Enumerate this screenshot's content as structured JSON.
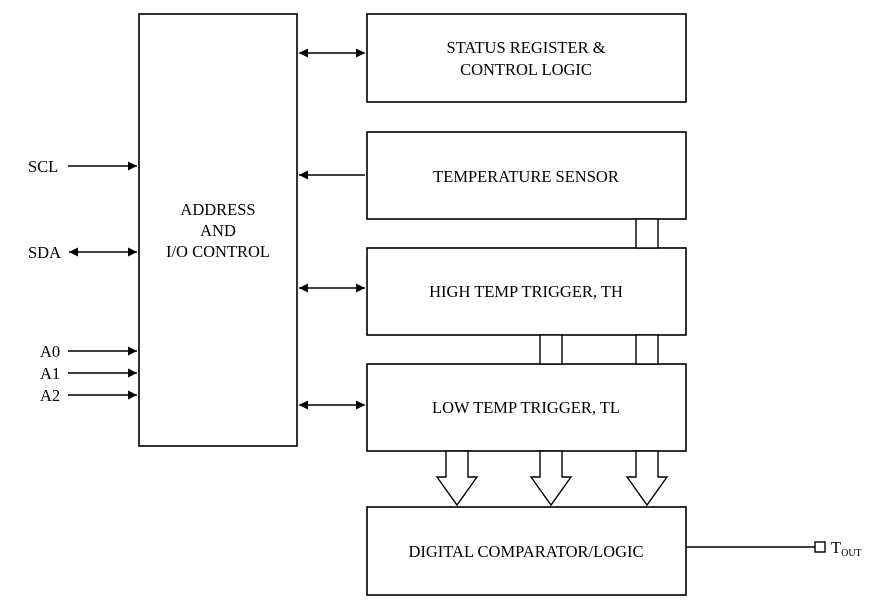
{
  "blocks": {
    "address_io": {
      "lines": [
        "ADDRESS",
        "AND",
        "I/O CONTROL"
      ]
    },
    "status_register": {
      "lines": [
        "STATUS REGISTER &",
        "CONTROL LOGIC"
      ]
    },
    "temperature_sensor": {
      "lines": [
        "TEMPERATURE SENSOR"
      ]
    },
    "high_temp_trigger": {
      "lines": [
        "HIGH TEMP TRIGGER, TH"
      ]
    },
    "low_temp_trigger": {
      "lines": [
        "LOW TEMP TRIGGER, TL"
      ]
    },
    "digital_comparator": {
      "lines": [
        "DIGITAL COMPARATOR/LOGIC"
      ]
    }
  },
  "pins": {
    "scl": "SCL",
    "sda": "SDA",
    "a0": "A0",
    "a1": "A1",
    "a2": "A2",
    "tout_main": "T",
    "tout_sub": "OUT"
  }
}
